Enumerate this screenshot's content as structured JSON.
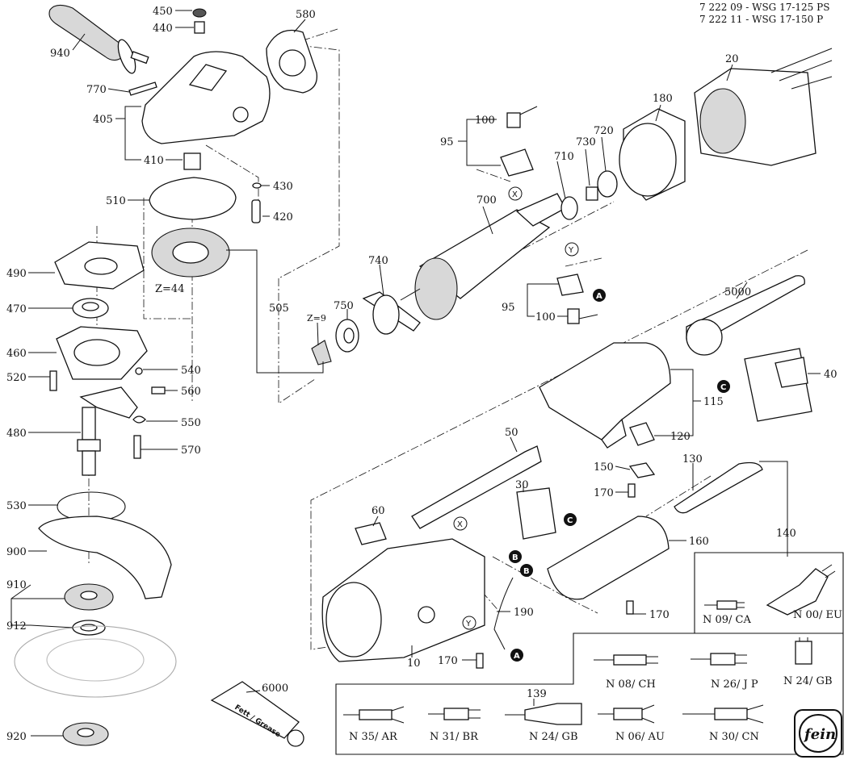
{
  "header": {
    "line1": "7 222 09 - WSG 17-125 PS",
    "line2": "7 222 11 - WSG 17-150 P"
  },
  "parts": {
    "p450": "450",
    "p440": "440",
    "p580": "580",
    "p940": "940",
    "p770": "770",
    "p405": "405",
    "p410": "410",
    "p430": "430",
    "p420": "420",
    "p510": "510",
    "p490": "490",
    "pz44": "Z=44",
    "p505": "505",
    "p470": "470",
    "p460": "460",
    "p520": "520",
    "p540": "540",
    "p560": "560",
    "p550": "550",
    "p480": "480",
    "p570": "570",
    "p530": "530",
    "p900": "900",
    "p910": "910",
    "p912": "912",
    "p920": "920",
    "p6000": "6000",
    "pz9": "Z=9",
    "p750": "750",
    "p740": "740",
    "p700": "700",
    "p95a": "95",
    "p100a": "100",
    "p710": "710",
    "p730": "730",
    "p720": "720",
    "p180": "180",
    "p20": "20",
    "p95b": "95",
    "p100b": "100",
    "p5000": "5000",
    "p40": "40",
    "p115": "115",
    "p120": "120",
    "p50": "50",
    "p150": "150",
    "p170a": "170",
    "p130": "130",
    "p30": "30",
    "p60": "60",
    "p160": "160",
    "p140": "140",
    "p190": "190",
    "p170b": "170",
    "p170c": "170",
    "p10": "10",
    "p139": "139"
  },
  "markers": {
    "a": "A",
    "b": "B",
    "c": "C",
    "x": "X",
    "y": "Y"
  },
  "grease_tube_text": "Fett / Grease",
  "plugs": {
    "ca": "N 09/ CA",
    "eu": "N 00/ EU",
    "ch": "N 08/ CH",
    "jp": "N 26/ J P",
    "gb_top": "N 24/ GB",
    "ar": "N 35/ AR",
    "br": "N 31/ BR",
    "gb_bottom": "N 24/ GB",
    "au": "N 06/ AU",
    "cn": "N 30/ CN"
  },
  "logo": {
    "text": "fein",
    "icon": "fein-logo-icon"
  }
}
